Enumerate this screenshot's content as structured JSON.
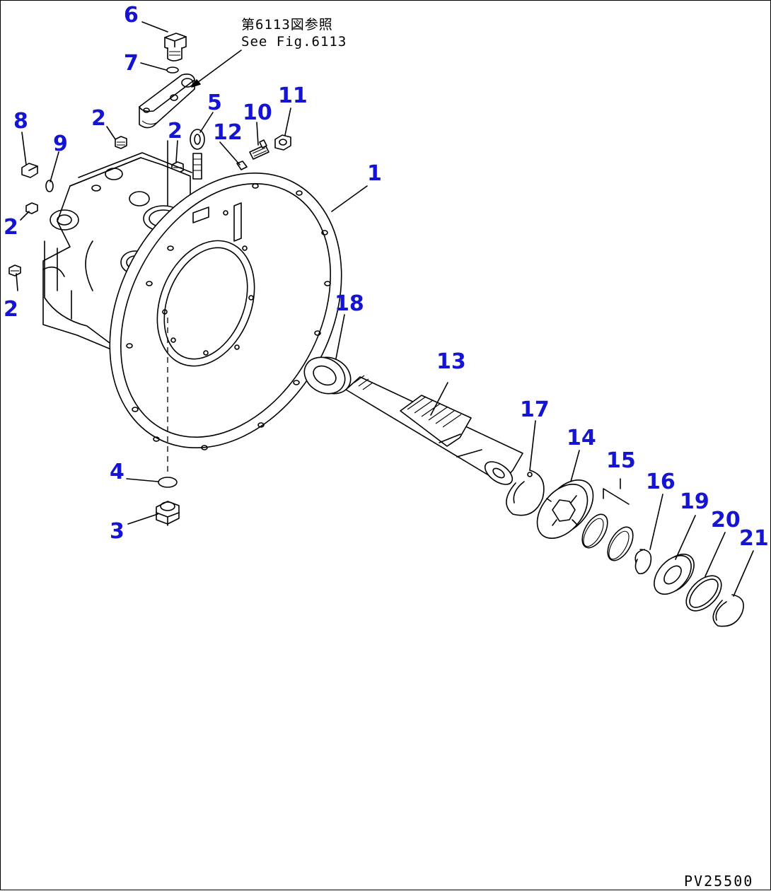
{
  "reference_note": {
    "line1": "第6113図参照",
    "line2": "See Fig.6113"
  },
  "drawing_code": "PV25500",
  "callouts": {
    "c1": "1",
    "c2a": "2",
    "c2b": "2",
    "c2c": "2",
    "c2d": "2",
    "c3": "3",
    "c4": "4",
    "c5": "5",
    "c6": "6",
    "c7": "7",
    "c8": "8",
    "c9": "9",
    "c10": "10",
    "c11": "11",
    "c12": "12",
    "c13": "13",
    "c14": "14",
    "c15": "15",
    "c16": "16",
    "c17": "17",
    "c18": "18",
    "c19": "19",
    "c20": "20",
    "c21": "21"
  },
  "colors": {
    "callout": "#1414d2",
    "line": "#000000",
    "background": "#ffffff"
  }
}
